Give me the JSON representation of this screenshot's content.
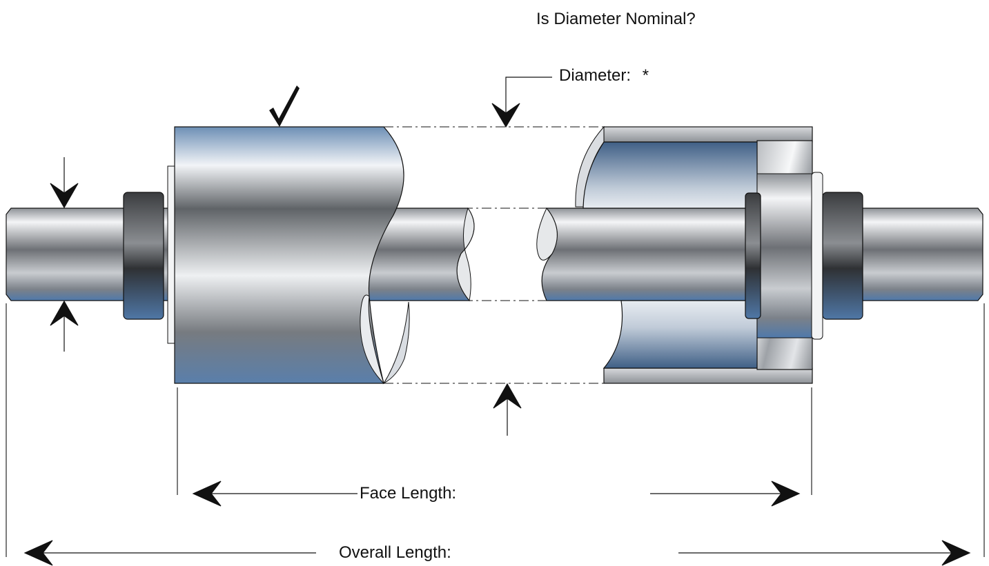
{
  "header": {
    "nominal_question": "Is Diameter Nominal?"
  },
  "labels": {
    "diameter": "Diameter:",
    "diameter_required_mark": "*",
    "face_length": "Face Length:",
    "overall_length": "Overall Length:"
  },
  "icons": {
    "nominal_check": "checkmark-icon"
  },
  "colors": {
    "steel_light": "#f4f6f8",
    "steel_dark": "#55585c",
    "steel_blue": "#4e78a8",
    "outline": "#111111"
  }
}
